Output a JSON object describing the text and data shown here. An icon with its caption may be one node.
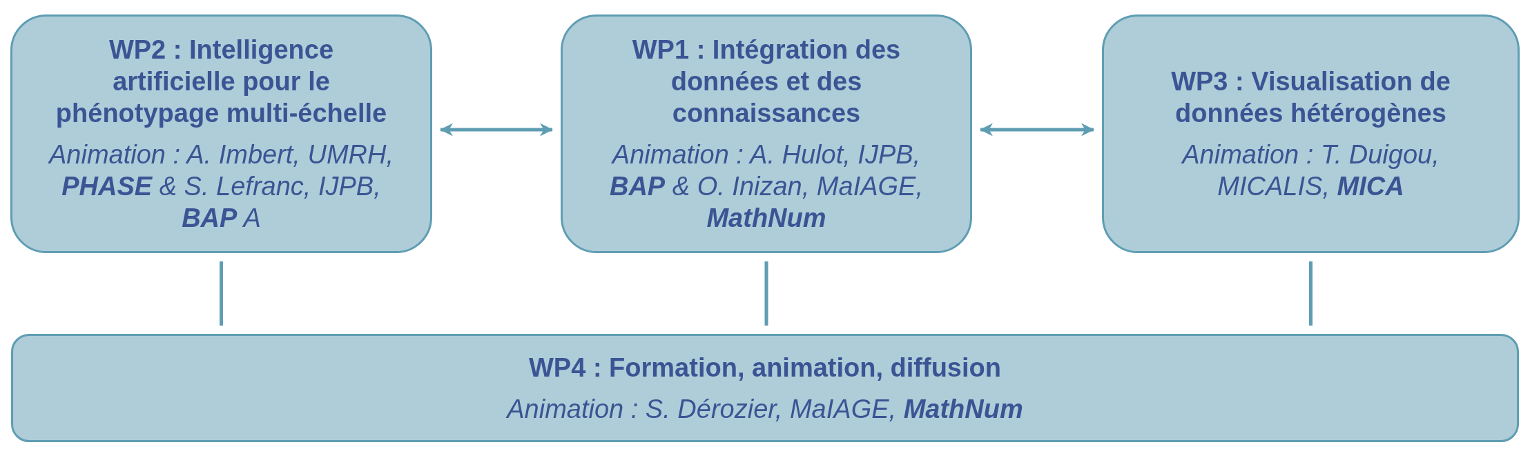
{
  "diagram": {
    "nodes": [
      {
        "text": [
          "WP2 : Intelligence artificielle pour le phénotypage multi-échelle",
          "Animation : A. Imbert, UMRH, **PHASE** & S. Lefranc, IJPB, **BAP** A"
        ]
      },
      {
        "text": [
          "WP1 : Intégration des données et des connaissances",
          "Animation : A. Hulot, IJPB, **BAP** & O. Inizan, MaIAGE, **MathNum**"
        ]
      },
      {
        "text": [
          "WP3 : Visualisation de données hétérogènes",
          "Animation : T. Duigou, MICALIS, **MICA**"
        ]
      },
      {
        "text": [
          "WP4 : Formation, animation, diffusion",
          "Animation : S. Dérozier, MaIAGE, **MathNum**"
        ]
      }
    ],
    "edges": [
      {
        "from": 0,
        "to": 1,
        "arrow": "both"
      },
      {
        "from": 1,
        "to": 2,
        "arrow": "both"
      },
      {
        "from": 0,
        "to": 3,
        "arrow": "none"
      },
      {
        "from": 1,
        "to": 3,
        "arrow": "none"
      },
      {
        "from": 2,
        "to": 3,
        "arrow": "none"
      }
    ]
  }
}
